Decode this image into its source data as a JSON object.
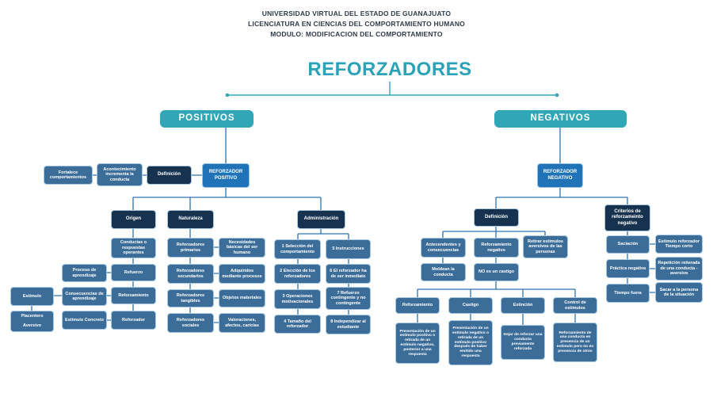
{
  "header": {
    "university": "UNIVERSIDAD VIRTUAL DEL ESTADO DE GUANAJUATO",
    "degree": "LICENCIATURA EN CIENCIAS DEL COMPORTAMIENTO HUMANO",
    "module": "MODULO: MODIFICACION DEL COMPORTAMIENTO"
  },
  "title": "REFORZADORES",
  "colors": {
    "teal": "#31A6B6",
    "title_teal": "#2AA2B8",
    "navy": "#16324E",
    "blue": "#2173B8",
    "steel": "#3C6D98",
    "connector": "#2E74B5"
  },
  "positive": {
    "branch": "POSITIVOS",
    "pre": {
      "fortalece": "Fortalece comportamientos",
      "acontecimiento": "Acontecimiento incrementa la conducta",
      "definicion": "Definición"
    },
    "root": "REFORZADOR POSITIVO",
    "origen": {
      "label": "Origen",
      "items": {
        "conductas": "Conductas o respuestas operantes",
        "refuerzo": "Refuerzo",
        "reforzamiento": "Reforzamiento",
        "reforzador": "Reforzador"
      },
      "left": {
        "proceso": "Proceso de aprendizaje",
        "consecuencias": "Consecuencias de aprendizaje",
        "estimulo_concreto": "Estímulo Concreto",
        "estimulo": "Estímulo",
        "tipos": "Placentero\nAversivo"
      }
    },
    "naturaleza": {
      "label": "Naturaleza",
      "pairs": [
        {
          "left": "Reforzadores primarios",
          "right": "Necesidades básicas del ser humano"
        },
        {
          "left": "Reforzadores secundarios",
          "right": "Adquiridos mediante procesos"
        },
        {
          "left": "Reforzadores tangibles",
          "right": "Objetos materiales"
        },
        {
          "left": "Reforzadores sociales",
          "right": "Valoraciones, afectos, caricias"
        }
      ]
    },
    "administracion": {
      "label": "Administración",
      "col1": [
        "1 Selección del comportamiento",
        "2 Elección de los reforzadores",
        "3 Operaciones motivacionales",
        "4 Tamaño del reforzador"
      ],
      "col2": [
        "5 Instrucciones",
        "6 El reforzador ha de ser inmediato",
        "7 Refuerzo contingente y no contingente",
        "8 Independizar al estudiante"
      ]
    }
  },
  "negative": {
    "branch": "NEGATIVOS",
    "root": "REFORZADOR NEGATIVO",
    "definicion": {
      "label": "Definición",
      "antecedentes": "Antecendentes y consecuencias",
      "moldean": "Moldean la conducta",
      "reforzamiento": "Reforzamiento negativo",
      "no_castigo": "NO es un castigo",
      "retirar": "Retirar estímulos aversivos de las personas"
    },
    "procedimientos": [
      {
        "label": "Reforzamiento",
        "desc": "Presentación de un estímulo positivo o retirada de un estímulo negativo, posterior a una respuesta"
      },
      {
        "label": "Castigo",
        "desc": "Presentación de un estímulo negativo o retirada de un estímulo positivo después de haber emitido una respuesta"
      },
      {
        "label": "Extinción",
        "desc": "Dejar de reforzar una conducta previamente reforzada"
      },
      {
        "label": "Control de estímulos",
        "desc": "Reforzamiento de una conducta en presencia de un estímulo pero no en presencia de otros"
      }
    ],
    "criterios": {
      "label": "Criterios de reforzameinto negativo",
      "pairs": [
        {
          "left": "Saciación",
          "right": "Estímulo reforzador\nTiempo corto"
        },
        {
          "left": "Práctica negativa",
          "right": "Repetición reiterada de una conducta - aversiva"
        },
        {
          "left": "Tiempo fuera",
          "right": "Sacar a la persona de la situación"
        }
      ]
    }
  }
}
